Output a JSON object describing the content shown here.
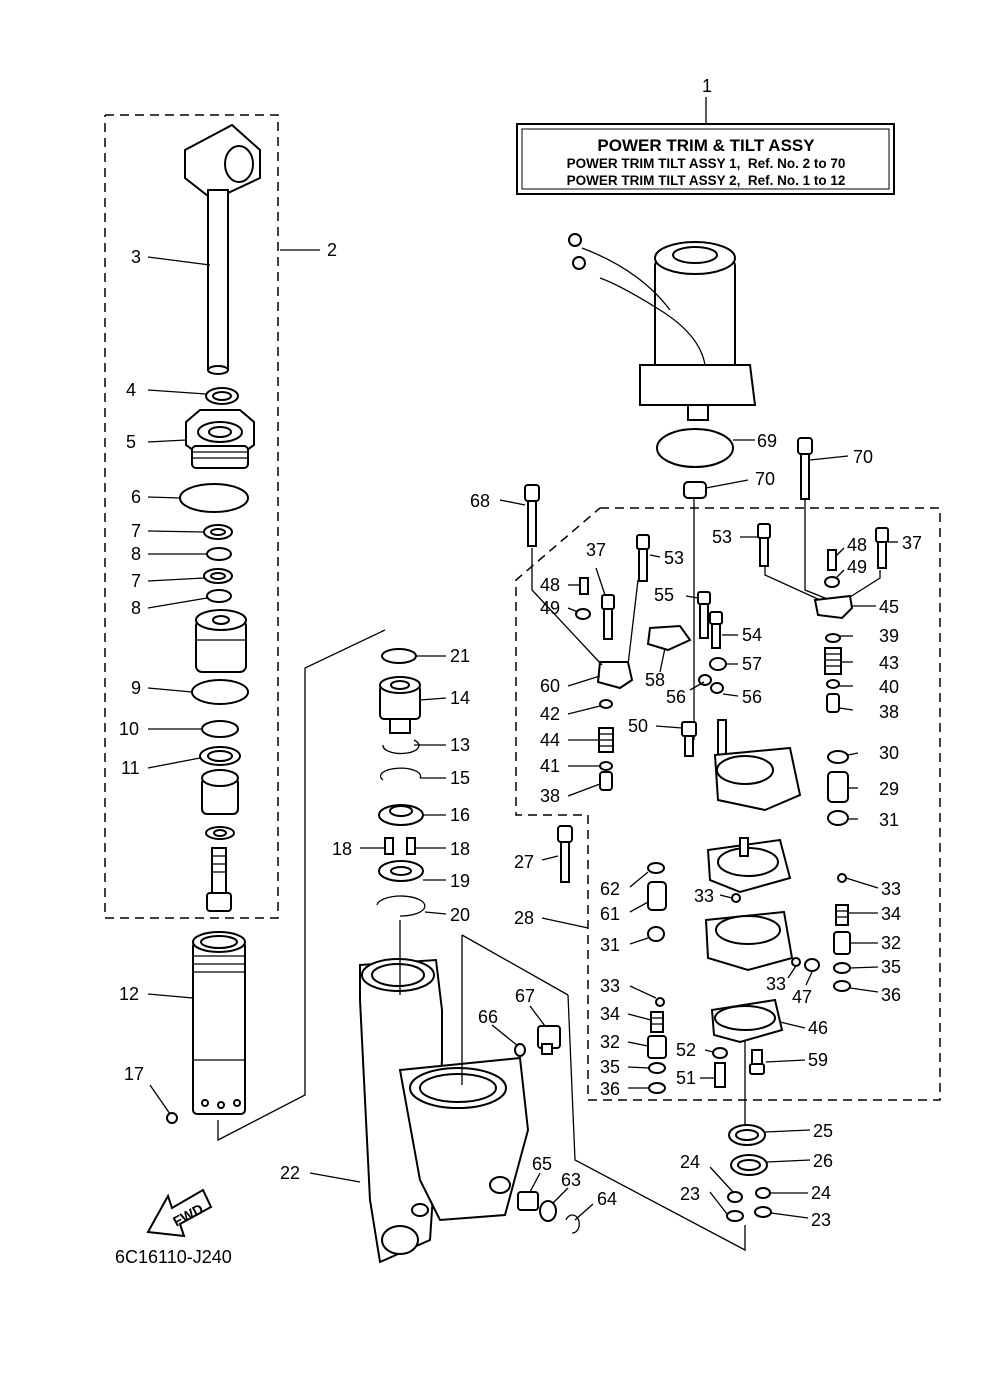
{
  "title_box": {
    "heading": "POWER TRIM & TILT ASSY",
    "line1": "POWER TRIM TILT ASSY 1,  Ref. No. 2 to 70",
    "line2": "POWER TRIM TILT ASSY 2,  Ref. No. 1 to 12"
  },
  "drawing_code": "6C16110-J240",
  "fwd_label": "FWD",
  "callouts": [
    {
      "id": "c1",
      "text": "1"
    },
    {
      "id": "c2",
      "text": "2"
    },
    {
      "id": "c3",
      "text": "3"
    },
    {
      "id": "c4",
      "text": "4"
    },
    {
      "id": "c5",
      "text": "5"
    },
    {
      "id": "c6",
      "text": "6"
    },
    {
      "id": "c7a",
      "text": "7"
    },
    {
      "id": "c8a",
      "text": "8"
    },
    {
      "id": "c7b",
      "text": "7"
    },
    {
      "id": "c8b",
      "text": "8"
    },
    {
      "id": "c9",
      "text": "9"
    },
    {
      "id": "c10",
      "text": "10"
    },
    {
      "id": "c11",
      "text": "11"
    },
    {
      "id": "c12",
      "text": "12"
    },
    {
      "id": "c17",
      "text": "17"
    },
    {
      "id": "c21",
      "text": "21"
    },
    {
      "id": "c14",
      "text": "14"
    },
    {
      "id": "c13",
      "text": "13"
    },
    {
      "id": "c15",
      "text": "15"
    },
    {
      "id": "c16",
      "text": "16"
    },
    {
      "id": "c18a",
      "text": "18"
    },
    {
      "id": "c18b",
      "text": "18"
    },
    {
      "id": "c19",
      "text": "19"
    },
    {
      "id": "c20",
      "text": "20"
    },
    {
      "id": "c22",
      "text": "22"
    },
    {
      "id": "c66",
      "text": "66"
    },
    {
      "id": "c67",
      "text": "67"
    },
    {
      "id": "c65",
      "text": "65"
    },
    {
      "id": "c63",
      "text": "63"
    },
    {
      "id": "c64",
      "text": "64"
    },
    {
      "id": "c69",
      "text": "69"
    },
    {
      "id": "c70a",
      "text": "70"
    },
    {
      "id": "c68",
      "text": "68"
    },
    {
      "id": "c70b",
      "text": "70"
    },
    {
      "id": "c53a",
      "text": "53"
    },
    {
      "id": "c48a",
      "text": "48"
    },
    {
      "id": "c37a",
      "text": "37"
    },
    {
      "id": "c49a",
      "text": "49"
    },
    {
      "id": "c45",
      "text": "45"
    },
    {
      "id": "c37b",
      "text": "37"
    },
    {
      "id": "c53b",
      "text": "53"
    },
    {
      "id": "c48b",
      "text": "48"
    },
    {
      "id": "c49b",
      "text": "49"
    },
    {
      "id": "c55",
      "text": "55"
    },
    {
      "id": "c54",
      "text": "54"
    },
    {
      "id": "c57",
      "text": "57"
    },
    {
      "id": "c58",
      "text": "58"
    },
    {
      "id": "c56a",
      "text": "56"
    },
    {
      "id": "c56b",
      "text": "56"
    },
    {
      "id": "c60",
      "text": "60"
    },
    {
      "id": "c39",
      "text": "39"
    },
    {
      "id": "c43",
      "text": "43"
    },
    {
      "id": "c40",
      "text": "40"
    },
    {
      "id": "c38a",
      "text": "38"
    },
    {
      "id": "c42",
      "text": "42"
    },
    {
      "id": "c44",
      "text": "44"
    },
    {
      "id": "c41",
      "text": "41"
    },
    {
      "id": "c38b",
      "text": "38"
    },
    {
      "id": "c50",
      "text": "50"
    },
    {
      "id": "c30",
      "text": "30"
    },
    {
      "id": "c29",
      "text": "29"
    },
    {
      "id": "c31a",
      "text": "31"
    },
    {
      "id": "c27",
      "text": "27"
    },
    {
      "id": "c62",
      "text": "62"
    },
    {
      "id": "c33a",
      "text": "33"
    },
    {
      "id": "c61",
      "text": "61"
    },
    {
      "id": "c28",
      "text": "28"
    },
    {
      "id": "c31b",
      "text": "31"
    },
    {
      "id": "c33b",
      "text": "33"
    },
    {
      "id": "c34a",
      "text": "34"
    },
    {
      "id": "c32a",
      "text": "32"
    },
    {
      "id": "c35a",
      "text": "35"
    },
    {
      "id": "c36a",
      "text": "36"
    },
    {
      "id": "c33c",
      "text": "33"
    },
    {
      "id": "c34b",
      "text": "34"
    },
    {
      "id": "c32b",
      "text": "32"
    },
    {
      "id": "c35b",
      "text": "35"
    },
    {
      "id": "c36b",
      "text": "36"
    },
    {
      "id": "c33d",
      "text": "33"
    },
    {
      "id": "c47",
      "text": "47"
    },
    {
      "id": "c46",
      "text": "46"
    },
    {
      "id": "c52",
      "text": "52"
    },
    {
      "id": "c59",
      "text": "59"
    },
    {
      "id": "c51",
      "text": "51"
    },
    {
      "id": "c25",
      "text": "25"
    },
    {
      "id": "c26",
      "text": "26"
    },
    {
      "id": "c24a",
      "text": "24"
    },
    {
      "id": "c24b",
      "text": "24"
    },
    {
      "id": "c23a",
      "text": "23"
    },
    {
      "id": "c23b",
      "text": "23"
    }
  ]
}
